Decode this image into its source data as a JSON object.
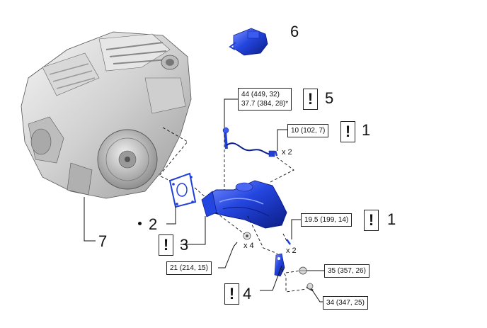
{
  "callouts": {
    "c1a": {
      "number": "1",
      "warn": "!"
    },
    "c1b": {
      "number": "1",
      "warn": "!"
    },
    "c2": {
      "number": "2"
    },
    "c3": {
      "number": "3",
      "warn": "!"
    },
    "c4": {
      "number": "4",
      "warn": "!"
    },
    "c5": {
      "number": "5",
      "warn": "!"
    },
    "c6": {
      "number": "6"
    },
    "c7": {
      "number": "7"
    }
  },
  "torques": {
    "t44_line1": "44 (449, 32)",
    "t44_line2": "37.7 (384, 28)*",
    "t10": "10 (102, 7)",
    "t19": "19.5 (199, 14)",
    "t21": "21 (214, 15)",
    "t35": "35 (357, 26)",
    "t34": "34 (347, 25)"
  },
  "quantities": {
    "q_top": "x 2",
    "q_mid": "x 2",
    "q_nut": "x 4"
  },
  "colors": {
    "part_blue": "#1f3fd6",
    "part_blue_dark": "#0c1f8a",
    "part_blue_light": "#6f86ff",
    "engine_gray": "#c9c9c9"
  }
}
